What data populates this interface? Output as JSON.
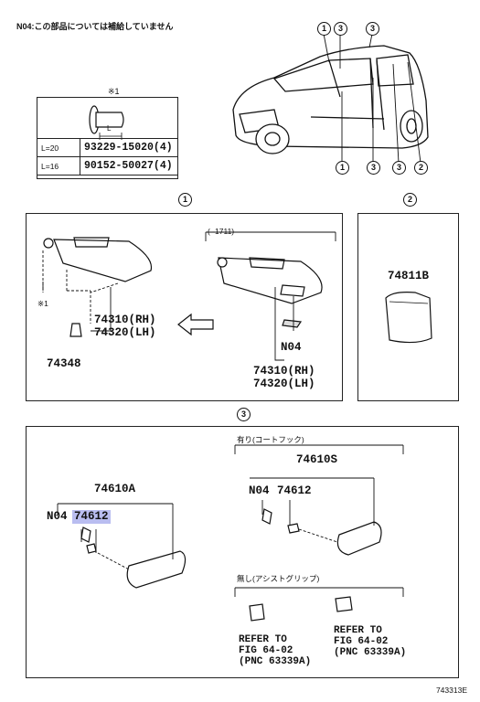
{
  "header_note": "N04:この部品については補給していません",
  "fastener": {
    "title": "※1",
    "dim_label": "L",
    "rows": [
      {
        "length": "L=20",
        "part": "93229-15020(4)"
      },
      {
        "length": "L=16",
        "part": "90152-50027(4)"
      }
    ]
  },
  "car_callouts": {
    "top": [
      "1",
      "3",
      "3"
    ],
    "bottom": [
      "1",
      "3",
      "3",
      "2"
    ]
  },
  "section1": {
    "marker": "1",
    "screw_ref": "※1",
    "year_range": "(   -1711)",
    "left_visor_rh": "74310(RH)",
    "left_visor_lh": "74320(LH)",
    "clip": "74348",
    "right_visor_rh": "74310(RH)",
    "right_visor_lh": "74320(LH)",
    "n04": "N04"
  },
  "section2": {
    "marker": "2",
    "part": "74811B"
  },
  "section3": {
    "marker": "3",
    "left_assy": "74610A",
    "left_n04": "N04",
    "left_bracket": "74612",
    "coat_hook_label": "有り(コートフック)",
    "coat_assy": "74610S",
    "coat_n04": "N04",
    "coat_bracket": "74612",
    "assist_label": "無し(アシストグリップ)",
    "ref1": [
      "REFER TO",
      "FIG 64-02",
      "(PNC 63339A)"
    ],
    "ref2": [
      "REFER TO",
      "FIG 64-02",
      "(PNC 63339A)"
    ]
  },
  "figure_id": "743313E"
}
